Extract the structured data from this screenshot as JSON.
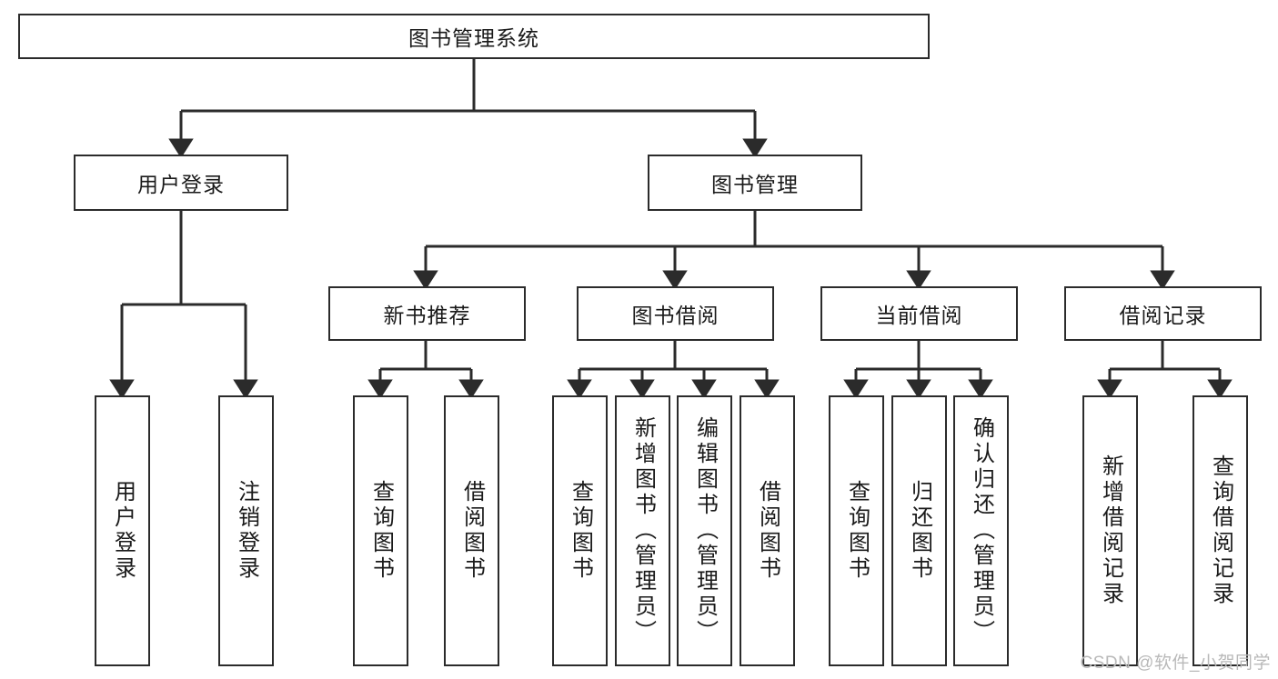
{
  "diagram": {
    "type": "tree",
    "title_node": {
      "label": "图书管理系统"
    },
    "level2": [
      {
        "label": "用户登录"
      },
      {
        "label": "图书管理"
      }
    ],
    "level3": [
      {
        "label": "新书推荐"
      },
      {
        "label": "图书借阅"
      },
      {
        "label": "当前借阅"
      },
      {
        "label": "借阅记录"
      }
    ],
    "leaves": {
      "user_login": [
        {
          "label": "用户登录"
        },
        {
          "label": "注销登录"
        }
      ],
      "new_book_recommend": [
        {
          "label": "查询图书"
        },
        {
          "label": "借阅图书"
        }
      ],
      "book_borrow": [
        {
          "label": "查询图书"
        },
        {
          "label": "新增图书（管理员）"
        },
        {
          "label": "编辑图书（管理员）"
        },
        {
          "label": "借阅图书"
        }
      ],
      "current_borrow": [
        {
          "label": "查询图书"
        },
        {
          "label": "归还图书"
        },
        {
          "label": "确认归还（管理员）"
        }
      ],
      "borrow_record": [
        {
          "label": "新增借阅记录"
        },
        {
          "label": "查询借阅记录"
        }
      ]
    }
  },
  "watermark": {
    "text": "CSDN @软件_小贺同学"
  },
  "colors": {
    "stroke": "#2b2b2b",
    "background": "#ffffff",
    "text": "#1a1a1a",
    "watermark": "#b9b9b9"
  }
}
